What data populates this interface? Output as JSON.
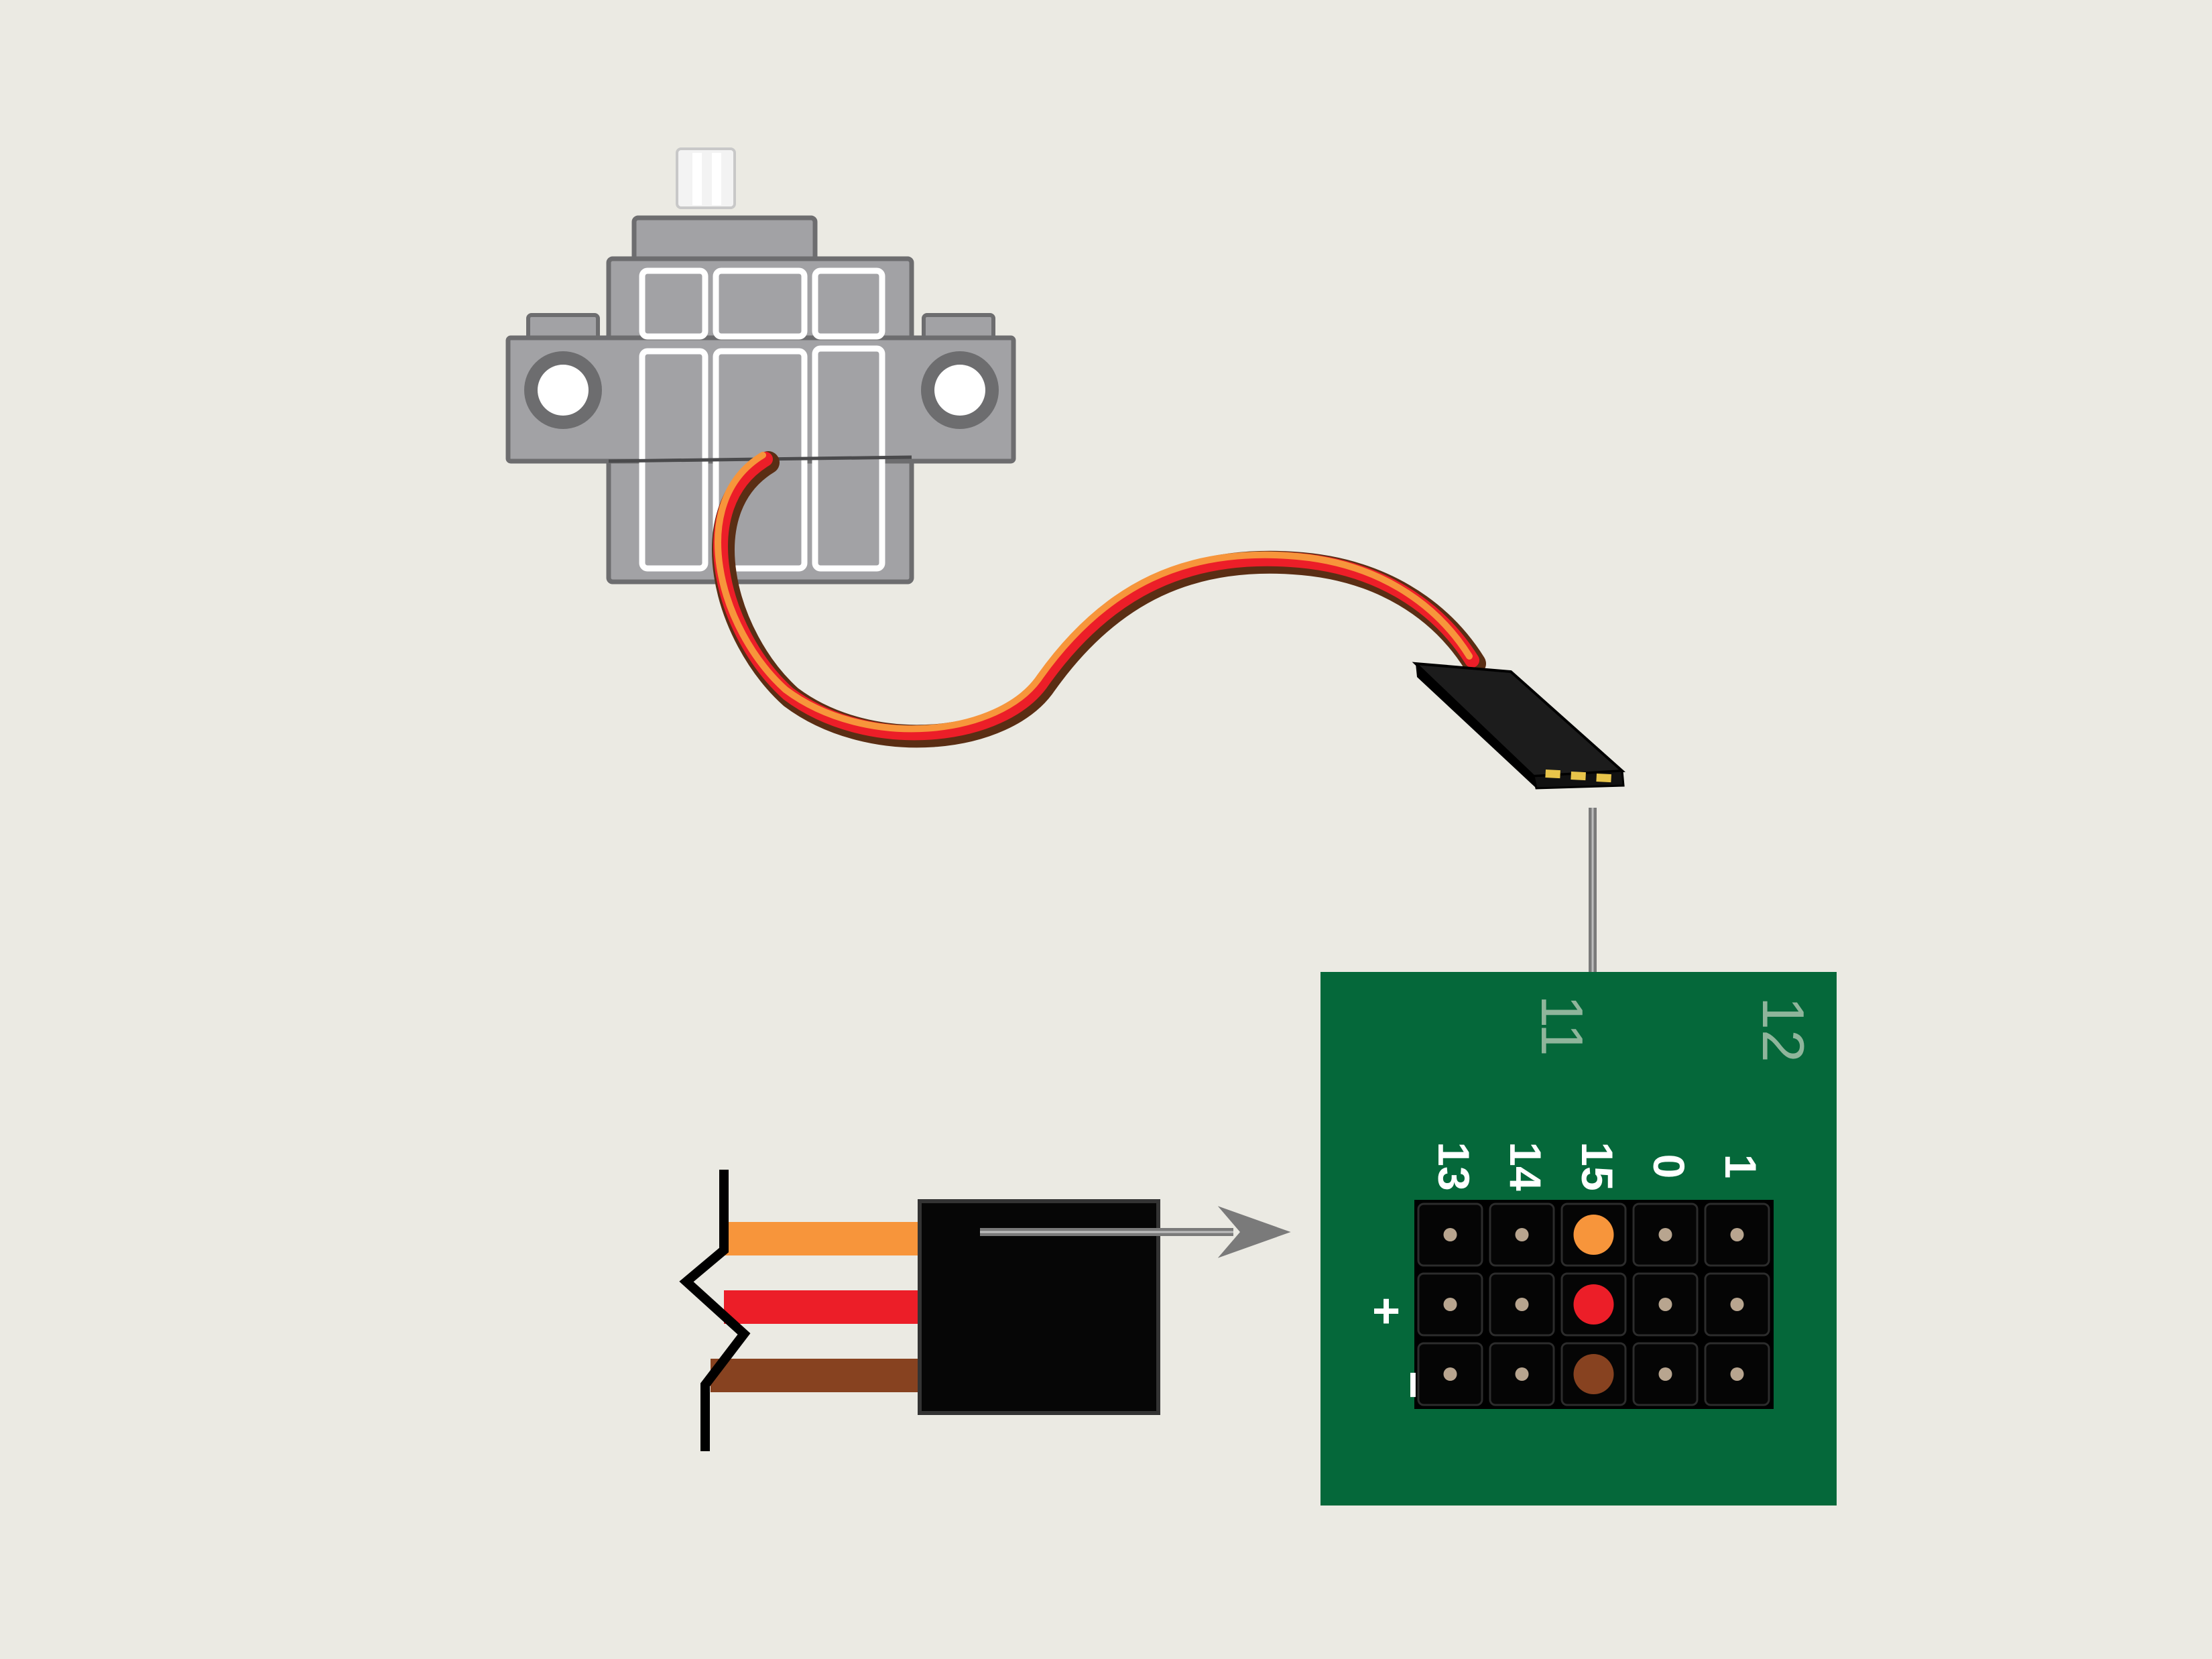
{
  "colors": {
    "background": "#ebeae3",
    "board_green": "#05683a",
    "header_black": "#060606",
    "servo_gray": "#a2a2a5",
    "servo_outline": "#6d6d6f",
    "wire_orange": "#f7953b",
    "wire_red": "#ec1e28",
    "wire_brown": "#874220",
    "arrow_gray": "#7a7a7a",
    "pin_hole": "#b8a58f"
  },
  "icons": [
    "servo-motor-icon",
    "servo-connector-icon",
    "arrow-icon"
  ],
  "board": {
    "numbers": [
      "11",
      "12"
    ],
    "pin_columns": [
      "13",
      "14",
      "15",
      "0",
      "1"
    ],
    "rails": [
      "+",
      "−"
    ],
    "highlighted_column": "15"
  },
  "cable": {
    "wires": [
      "orange",
      "red",
      "brown"
    ]
  }
}
